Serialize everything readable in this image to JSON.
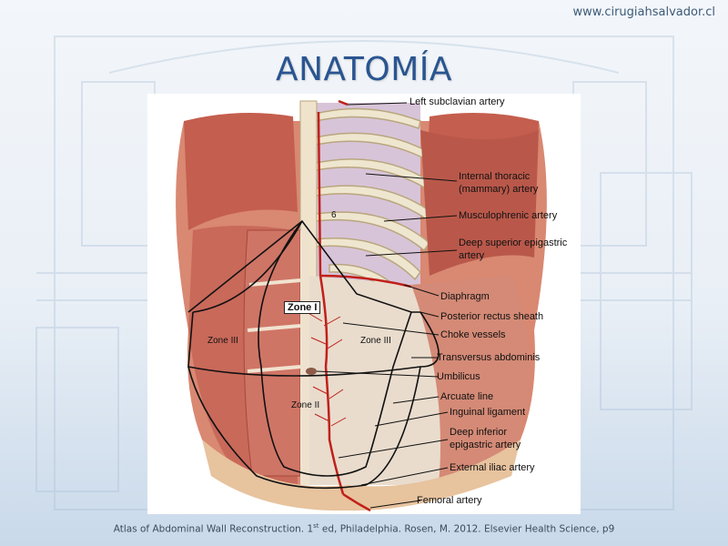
{
  "header": {
    "site_url": "www.cirugiahsalvador.cl",
    "title": "ANATOMÍA"
  },
  "figure": {
    "labels": {
      "left_subclavian": "Left subclavian artery",
      "internal_thoracic": "Internal thoracic (mammary) artery",
      "musculophrenic": "Musculophrenic artery",
      "deep_superior_epigastric": "Deep superior epigastric artery",
      "diaphragm": "Diaphragm",
      "posterior_rectus_sheath": "Posterior rectus sheath",
      "choke_vessels": "Choke vessels",
      "transversus_abdominis": "Transversus abdominis",
      "umbilicus": "Umbilicus",
      "arcuate_line": "Arcuate line",
      "inguinal_ligament": "Inguinal ligament",
      "deep_inferior_epigastric": "Deep inferior epigastric artery",
      "external_iliac": "External iliac artery",
      "femoral": "Femoral artery"
    },
    "zones": {
      "zone_1": "Zone I",
      "zone_2": "Zone II",
      "zone_3_left": "Zone III",
      "zone_3_right": "Zone III"
    },
    "rib_number": "6"
  },
  "footer": {
    "citation_pre": "Atlas of Abdominal Wall Reconstruction. 1",
    "citation_sup": "st",
    "citation_post": " ed, Philadelphia. Rosen, M. 2012. Elsevier Health Science, p9"
  },
  "colors": {
    "title": "#2a5590",
    "muscle": "#c9695a",
    "muscle_dark": "#a5473c",
    "fascia": "#e9dccd",
    "rib": "#eee6d2",
    "artery": "#c0201a"
  }
}
